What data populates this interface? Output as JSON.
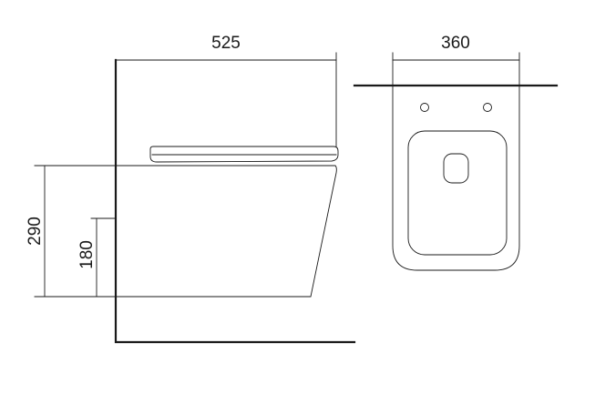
{
  "dimensions": {
    "depth": "525",
    "width": "360",
    "overall_height": "290",
    "inlet_height": "180"
  },
  "colors": {
    "line": "#1a1a1a",
    "background": "#ffffff"
  }
}
